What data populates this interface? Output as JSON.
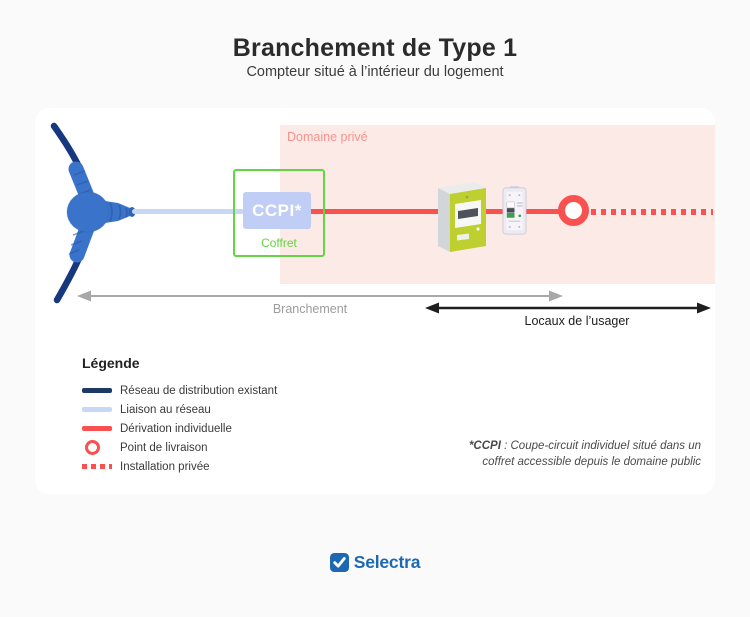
{
  "header": {
    "title": "Branchement de Type 1",
    "subtitle": "Compteur situé à l’intérieur du logement"
  },
  "diagram": {
    "private_domain_label": "Domaine privé",
    "ccpi_box_label": "CCPI*",
    "enclosure_label": "Coffret",
    "connection_span_label": "Branchement",
    "user_premises_span_label": "Locaux de l’usager"
  },
  "legend": {
    "title": "Légende",
    "items": [
      {
        "label": "Réseau de distribution existant",
        "swatch": "solid-navy"
      },
      {
        "label": "Liaison au réseau",
        "swatch": "solid-lightblue"
      },
      {
        "label": "Dérivation individuelle",
        "swatch": "solid-red"
      },
      {
        "label": "Point de livraison",
        "swatch": "ring-red"
      },
      {
        "label": "Installation privée",
        "swatch": "dotted-red"
      }
    ]
  },
  "footnote": {
    "term": "*CCPI",
    "line1_rest": " : Coupe-circuit individuel situé dans un",
    "line2": "coffret accessible depuis le domaine public"
  },
  "footer": {
    "brand": "Selectra"
  },
  "colors": {
    "background": "#fafafa",
    "panel": "#ffffff",
    "network_navy": "#17377e",
    "junction_blue": "#3a74ca",
    "liaison_lightblue": "#c7d8f6",
    "ccpi_fill": "#c0cdf5",
    "enclosure_green": "#64d344",
    "derivation_red": "#f95050",
    "private_zone_bg": "#fceae7",
    "private_zone_text": "#f8928c",
    "meter_green": "#bdd02f",
    "gray_arrow": "#a8a8a8",
    "black_arrow": "#1f1f1f",
    "brand_blue": "#1d68b3"
  }
}
